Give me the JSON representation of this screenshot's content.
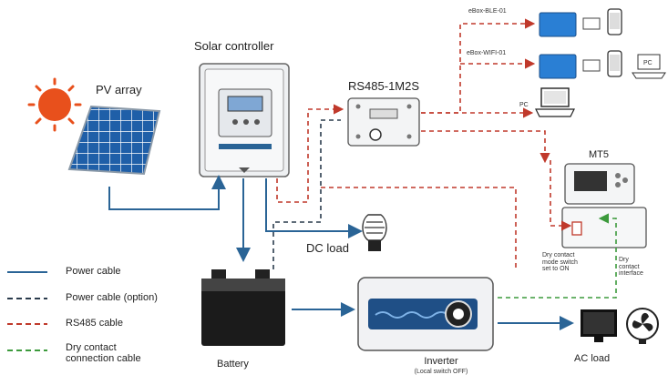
{
  "labels": {
    "pv_array": "PV array",
    "solar_controller": "Solar controller",
    "rs485_device": "RS485-1M2S",
    "ebox_ble": "eBox-BLE-01",
    "ebox_wifi": "eBox-WIFI-01",
    "pc_top": "PC",
    "pc_mid": "PC",
    "mt": "MT5",
    "dc_load": "DC load",
    "battery": "Battery",
    "inverter": "Inverter",
    "inverter_sub": "(Local switch OFF)",
    "ac_load": "AC load",
    "dry_contact_switch": "Dry contact\nmode switch\nset to ON",
    "dry_contact_interface": "Dry\ncontact\ninterface"
  },
  "legend": [
    {
      "label": "Power cable",
      "color": "#2a6496",
      "dash": "solid"
    },
    {
      "label": "Power cable (option)",
      "color": "#2a3b4c",
      "dash": "dashed"
    },
    {
      "label": "RS485 cable",
      "color": "#c0392b",
      "dash": "dashed"
    },
    {
      "label": "Dry contact\nconnection cable",
      "color": "#3c9a3c",
      "dash": "dashed"
    }
  ],
  "colors": {
    "power": "#2a6496",
    "power_option": "#2a3b4c",
    "rs485": "#c0392b",
    "dry": "#3c9a3c",
    "sun": "#e8501c",
    "panel": "#1f5fa8"
  },
  "icons": [
    "sun-icon",
    "solar-panel-icon",
    "controller-icon",
    "rs485-icon",
    "ebox-icon",
    "phone-icon",
    "laptop-icon",
    "monitor-icon",
    "bulb-icon",
    "battery-icon",
    "inverter-icon",
    "tv-icon",
    "fan-icon"
  ]
}
